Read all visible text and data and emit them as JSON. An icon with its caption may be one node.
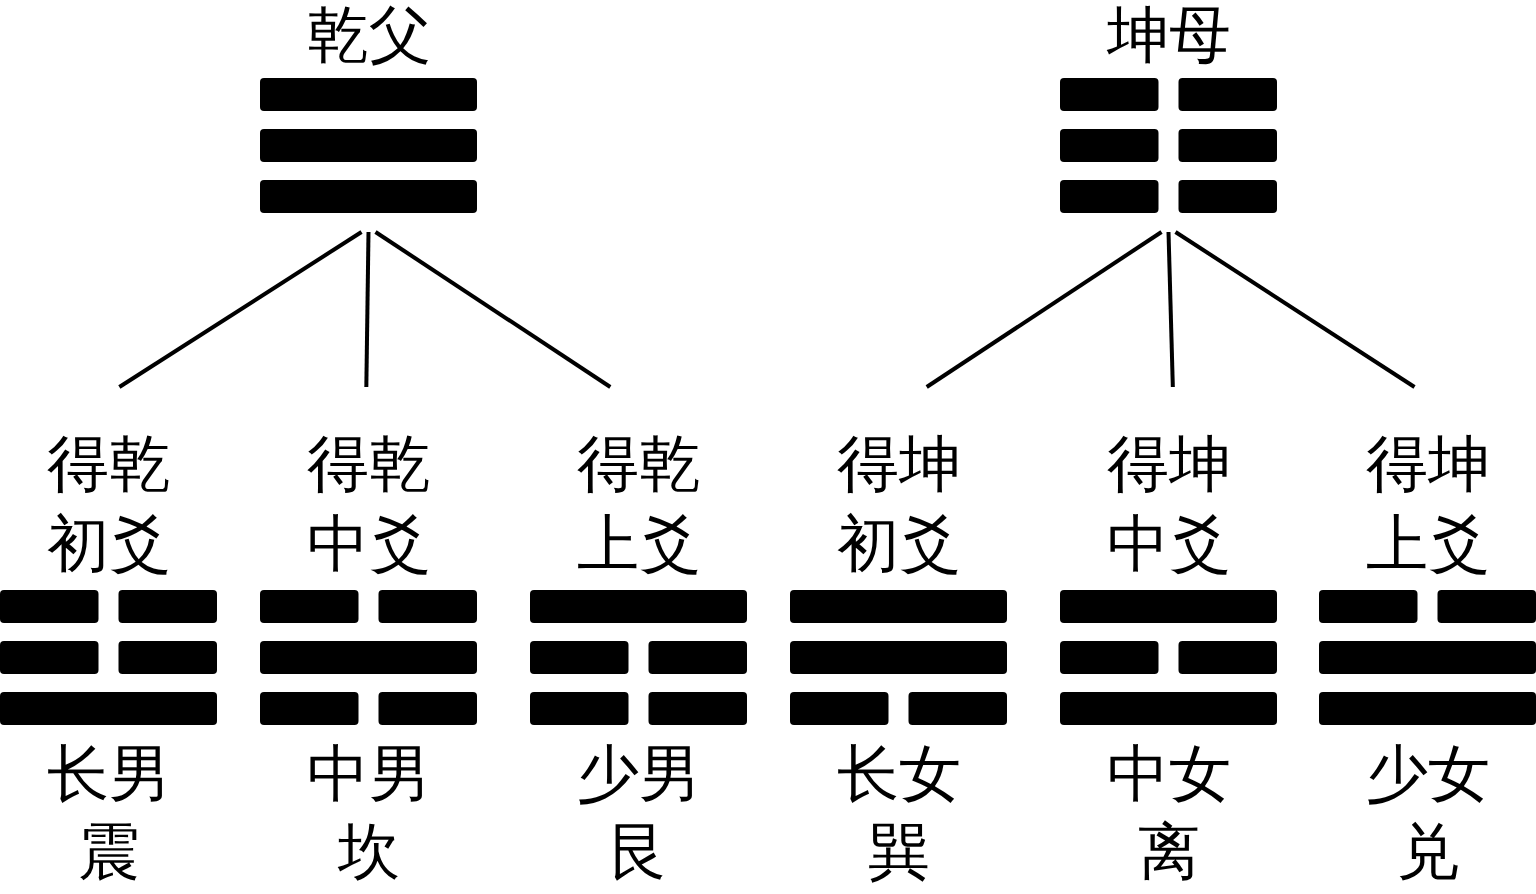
{
  "diagram": {
    "nodes": [
      {
        "text": [
          "乾父"
        ]
      },
      {
        "text": [
          "坤母"
        ]
      },
      {
        "text": [
          "得乾初爻",
          "长男",
          "震"
        ]
      },
      {
        "text": [
          "得乾中爻",
          "中男",
          "坎"
        ]
      },
      {
        "text": [
          "得乾上爻",
          "少男",
          "艮"
        ]
      },
      {
        "text": [
          "得坤初爻",
          "长女",
          "巽"
        ]
      },
      {
        "text": [
          "得坤中爻",
          "中女",
          "离"
        ]
      },
      {
        "text": [
          "得坤上爻",
          "少女",
          "兑"
        ]
      }
    ],
    "edges": [
      {
        "from": 0,
        "to": 2,
        "arrow": "none"
      },
      {
        "from": 0,
        "to": 3,
        "arrow": "none"
      },
      {
        "from": 0,
        "to": 4,
        "arrow": "none"
      },
      {
        "from": 1,
        "to": 5,
        "arrow": "none"
      },
      {
        "from": 1,
        "to": 6,
        "arrow": "none"
      },
      {
        "from": 1,
        "to": 7,
        "arrow": "none"
      }
    ]
  }
}
